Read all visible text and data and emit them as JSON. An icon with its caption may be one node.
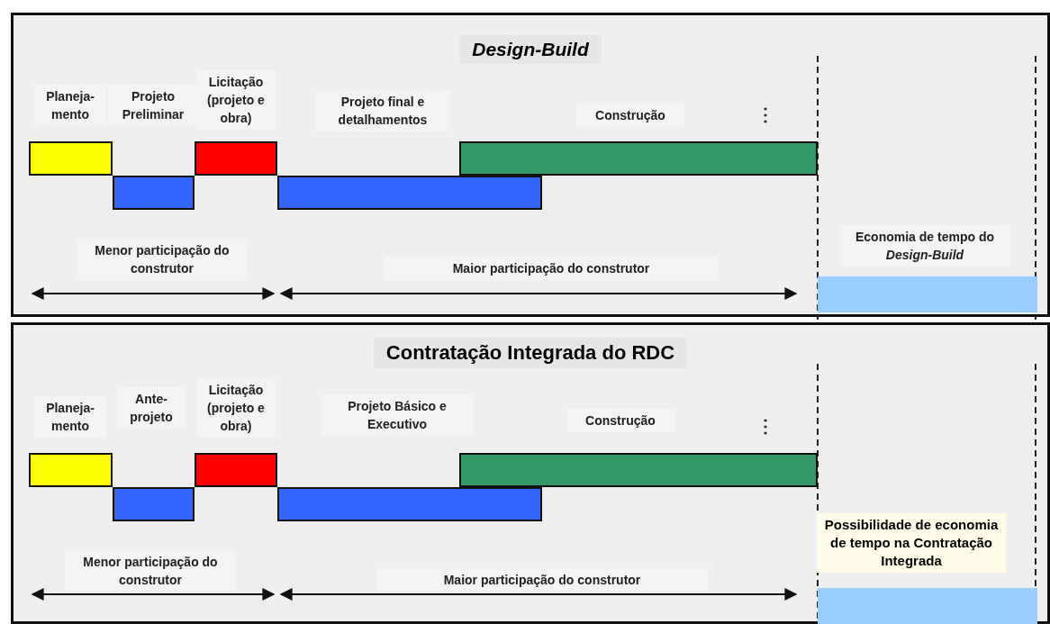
{
  "diagram": {
    "nodes": [
      {
        "text": [
          "Design-Build"
        ]
      },
      {
        "text": [],
        "shape": "bar",
        "in": 0
      },
      {
        "text": [],
        "shape": "bar",
        "in": 0
      },
      {
        "text": [],
        "shape": "bar",
        "in": 0
      },
      {
        "text": [],
        "shape": "bar",
        "in": 0
      },
      {
        "text": [],
        "shape": "bar",
        "in": 0
      },
      {
        "text": [],
        "shape": "bar",
        "in": 0
      },
      {
        "text": [
          "Contratação Integrada do RDC"
        ]
      },
      {
        "text": [],
        "shape": "bar",
        "in": 7
      },
      {
        "text": [],
        "shape": "bar",
        "in": 7
      },
      {
        "text": [],
        "shape": "bar",
        "in": 7
      },
      {
        "text": [],
        "shape": "bar",
        "in": 7
      },
      {
        "text": [],
        "shape": "bar",
        "in": 7
      },
      {
        "text": [],
        "shape": "bar",
        "in": 7
      }
    ],
    "edges": [],
    "labels": [
      "Licitação (projeto e obra)",
      "Planeja- mento",
      "Projeto Preliminar",
      "Projeto final e detalhamentos",
      "Construção",
      "⋮",
      "Menor participação do construtor",
      "Maior participação do construtor",
      "Economia de tempo do *Design-Build*",
      "Licitação (projeto e obra)",
      "Planeja- mento",
      "Ante- projeto",
      "Projeto Básico e Executivo",
      "Construção",
      "⋮",
      "Possibilidade de economia de tempo na Contratação Integrada",
      "Menor participação do construtor",
      "Maior participação do construtor"
    ]
  }
}
